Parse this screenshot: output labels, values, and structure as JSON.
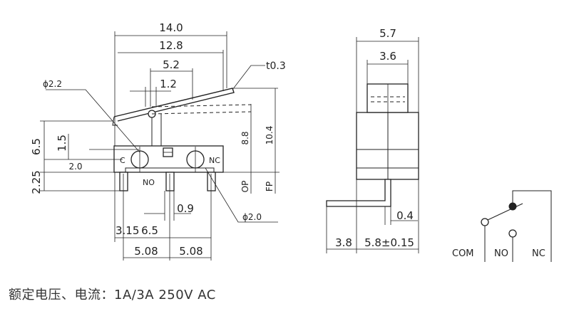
{
  "front_view": {
    "dims": {
      "overall_width": "14.0",
      "body_width": "12.8",
      "lever_span": "5.2",
      "pin_offset": "1.2",
      "lever_thickness": "t0.3",
      "hole_diameter": "ϕ2.2",
      "pin_diameter": "ϕ2.0",
      "height": "6.5",
      "upper_offset": "1.5",
      "terminal_offset": "2.0",
      "lower_height": "2.25",
      "op_height": "8.8",
      "fp_height": "10.4",
      "op_label": "OP",
      "fp_label": "FP",
      "pitch_a": "3.15",
      "pitch_b": "6.5",
      "terminal_width": "0.9",
      "spacing_left": "5.08",
      "spacing_right": "5.08"
    },
    "labels": {
      "c": "C",
      "nc": "NC",
      "no": "NO"
    }
  },
  "side_view": {
    "dims": {
      "width": "5.7",
      "actuator_width": "3.6",
      "lead_thickness": "0.4",
      "lead_length": "3.8",
      "offset": "5.8±0.15"
    }
  },
  "schematic": {
    "labels": {
      "com": "COM",
      "no": "NO",
      "nc": "NC"
    }
  },
  "footer": {
    "rating": "额定电压、电流：1A/3A 250V AC"
  }
}
